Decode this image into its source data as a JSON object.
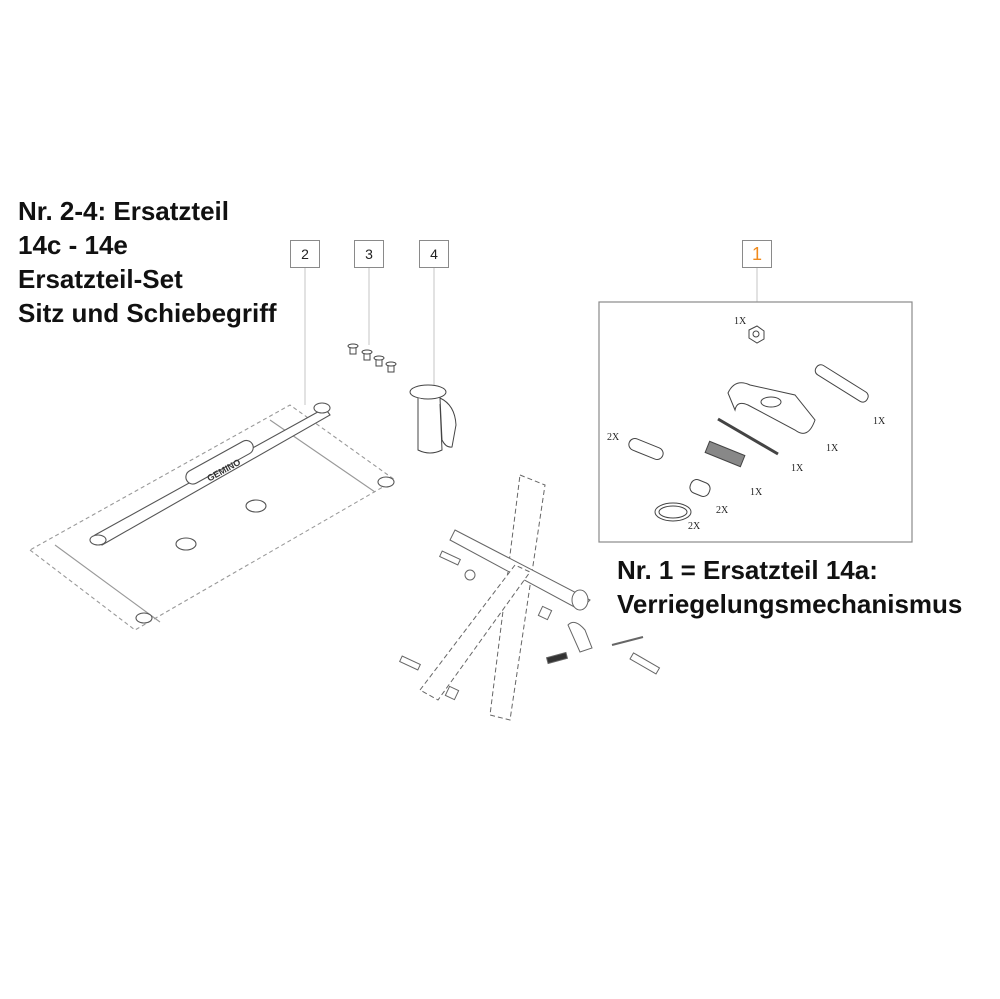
{
  "left_caption": {
    "lines": [
      "Nr. 2-4: Ersatzteil",
      "14c - 14e",
      "Ersatzteil-Set",
      "Sitz und Schiebegriff"
    ]
  },
  "right_caption": {
    "lines": [
      "Nr. 1 = Ersatzteil 14a:",
      "Verriegelungsmechanismus"
    ]
  },
  "callouts": [
    {
      "id": "2",
      "label": "2"
    },
    {
      "id": "3",
      "label": "3"
    },
    {
      "id": "4",
      "label": "4"
    },
    {
      "id": "1",
      "label": "1",
      "color": "#f08a1c"
    }
  ],
  "kit_box": {
    "quantities": {
      "nut": "1X",
      "long_bolt": "1X",
      "latch_hook": "1X",
      "pin": "1X",
      "spring": "1X",
      "short_bolt": "2X",
      "bushing": "2X",
      "ring": "2X"
    }
  },
  "seat_logo": "GEMINO",
  "colors": {
    "callout_border": "#8a8a8a",
    "callout_accent": "#f08a1c",
    "line_art": "#555555",
    "text": "#111111"
  }
}
